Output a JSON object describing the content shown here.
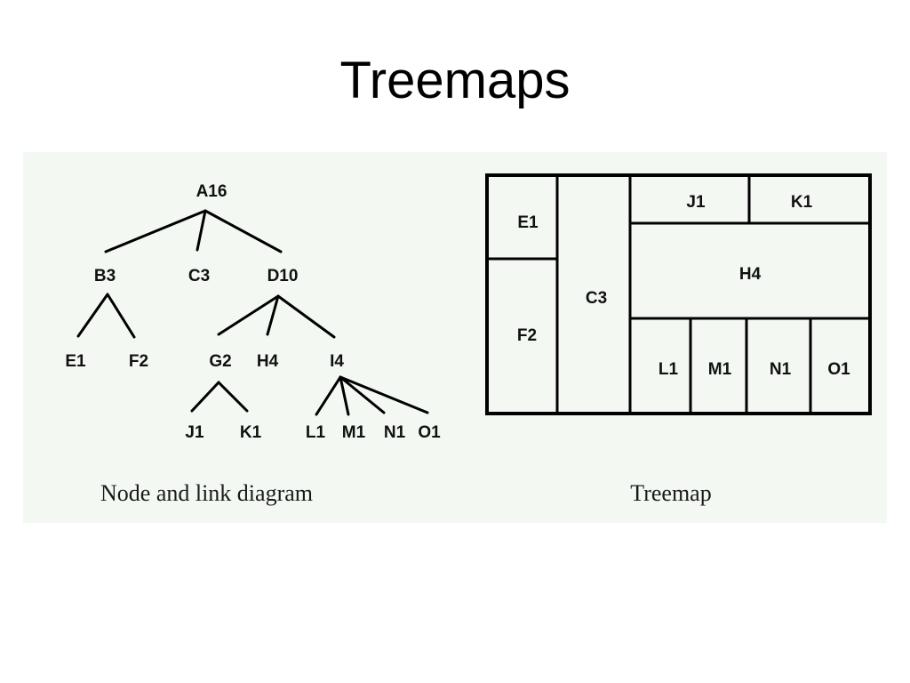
{
  "title": "Treemaps",
  "colors": {
    "panel_background": "#f3f8f3",
    "ink": "#000000"
  },
  "node_link": {
    "caption": "Node and link diagram",
    "nodes": {
      "A": "A16",
      "B": "B3",
      "C": "C3",
      "D": "D10",
      "E": "E1",
      "F": "F2",
      "G": "G2",
      "H": "H4",
      "I": "I4",
      "J": "J1",
      "K": "K1",
      "L": "L1",
      "M": "M1",
      "N": "N1",
      "O": "O1"
    }
  },
  "treemap": {
    "caption": "Treemap",
    "cells": {
      "E": "E1",
      "F": "F2",
      "C": "C3",
      "J": "J1",
      "K": "K1",
      "H": "H4",
      "L": "L1",
      "M": "M1",
      "N": "N1",
      "O": "O1"
    }
  }
}
